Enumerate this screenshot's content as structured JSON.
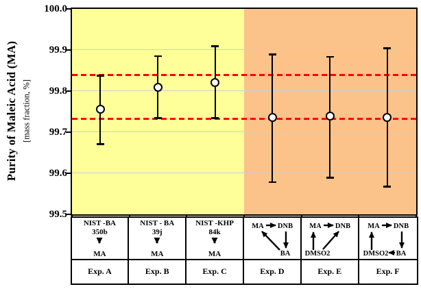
{
  "axes": {
    "y_title": "Purity of Maleic Acid (MA)",
    "y_subtitle": "[mass fraction, %]"
  },
  "colors": {
    "region_left": "#FFFF99",
    "region_right": "#FBC28A",
    "reference_line": "#FF0000",
    "gridline": "#C9D0D6",
    "marker_fill": "#FFFFFF",
    "line_color": "#000000"
  },
  "chart_data": {
    "type": "scatter",
    "title": "",
    "ylabel": "Purity of Maleic Acid (MA)",
    "ylabel_units": "[mass fraction, %]",
    "ylim": [
      99.5,
      100.0
    ],
    "ytick_labels": [
      "100.0",
      "99.9",
      "99.8",
      "99.7",
      "99.6",
      "99.5"
    ],
    "grid": true,
    "legend": "none",
    "categories": [
      "Exp. A",
      "Exp. B",
      "Exp. C",
      "Exp. D",
      "Exp. E",
      "Exp. F"
    ],
    "series": [
      {
        "name": "MA purity (mass fraction, %)",
        "marker": "open-circle",
        "values": [
          99.755,
          99.808,
          99.82,
          99.735,
          99.738,
          99.735
        ],
        "error_upper": [
          99.837,
          99.885,
          99.909,
          99.889,
          99.883,
          99.904
        ],
        "error_lower": [
          99.67,
          99.733,
          99.733,
          99.577,
          99.588,
          99.566
        ]
      }
    ],
    "reference_lines": [
      {
        "value": 99.838,
        "style": "dashed",
        "color": "#FF0000"
      },
      {
        "value": 99.731,
        "style": "dashed",
        "color": "#FF0000"
      }
    ],
    "regions": [
      {
        "category_span": [
          0,
          2
        ],
        "color": "#FFFF99"
      },
      {
        "category_span": [
          3,
          5
        ],
        "color": "#FBC28A"
      }
    ]
  },
  "experiments": [
    {
      "label": "Exp. A",
      "scheme": {
        "type": "linear",
        "lines": [
          "NIST -BA",
          "350b"
        ],
        "product": "MA"
      }
    },
    {
      "label": "Exp. B",
      "scheme": {
        "type": "linear",
        "lines": [
          "NIST - BA",
          "39j"
        ],
        "product": "MA"
      }
    },
    {
      "label": "Exp. C",
      "scheme": {
        "type": "linear",
        "lines": [
          "NIST -KHP",
          "84k"
        ],
        "product": "MA"
      }
    },
    {
      "label": "Exp. D",
      "scheme": {
        "type": "network",
        "nodes": [
          {
            "id": "MA",
            "pos": "tl"
          },
          {
            "id": "DNB",
            "pos": "tr"
          },
          {
            "id": "BA",
            "pos": "br"
          }
        ],
        "arrows": [
          [
            "MA",
            "DNB"
          ],
          [
            "DNB",
            "BA"
          ],
          [
            "BA",
            "MA"
          ]
        ]
      }
    },
    {
      "label": "Exp. E",
      "scheme": {
        "type": "network",
        "nodes": [
          {
            "id": "MA",
            "pos": "tl"
          },
          {
            "id": "DNB",
            "pos": "tr"
          },
          {
            "id": "DMSO2",
            "pos": "bl"
          }
        ],
        "arrows": [
          [
            "MA",
            "DNB"
          ],
          [
            "DMSO2",
            "MA"
          ],
          [
            "DMSO2",
            "DNB"
          ]
        ]
      }
    },
    {
      "label": "Exp. F",
      "scheme": {
        "type": "network",
        "nodes": [
          {
            "id": "MA",
            "pos": "tl"
          },
          {
            "id": "DNB",
            "pos": "tr"
          },
          {
            "id": "DMSO2",
            "pos": "bl"
          },
          {
            "id": "BA",
            "pos": "br"
          }
        ],
        "arrows": [
          [
            "MA",
            "DNB"
          ],
          [
            "DNB",
            "BA"
          ],
          [
            "BA",
            "DMSO2"
          ],
          [
            "DMSO2",
            "MA"
          ]
        ]
      }
    }
  ]
}
